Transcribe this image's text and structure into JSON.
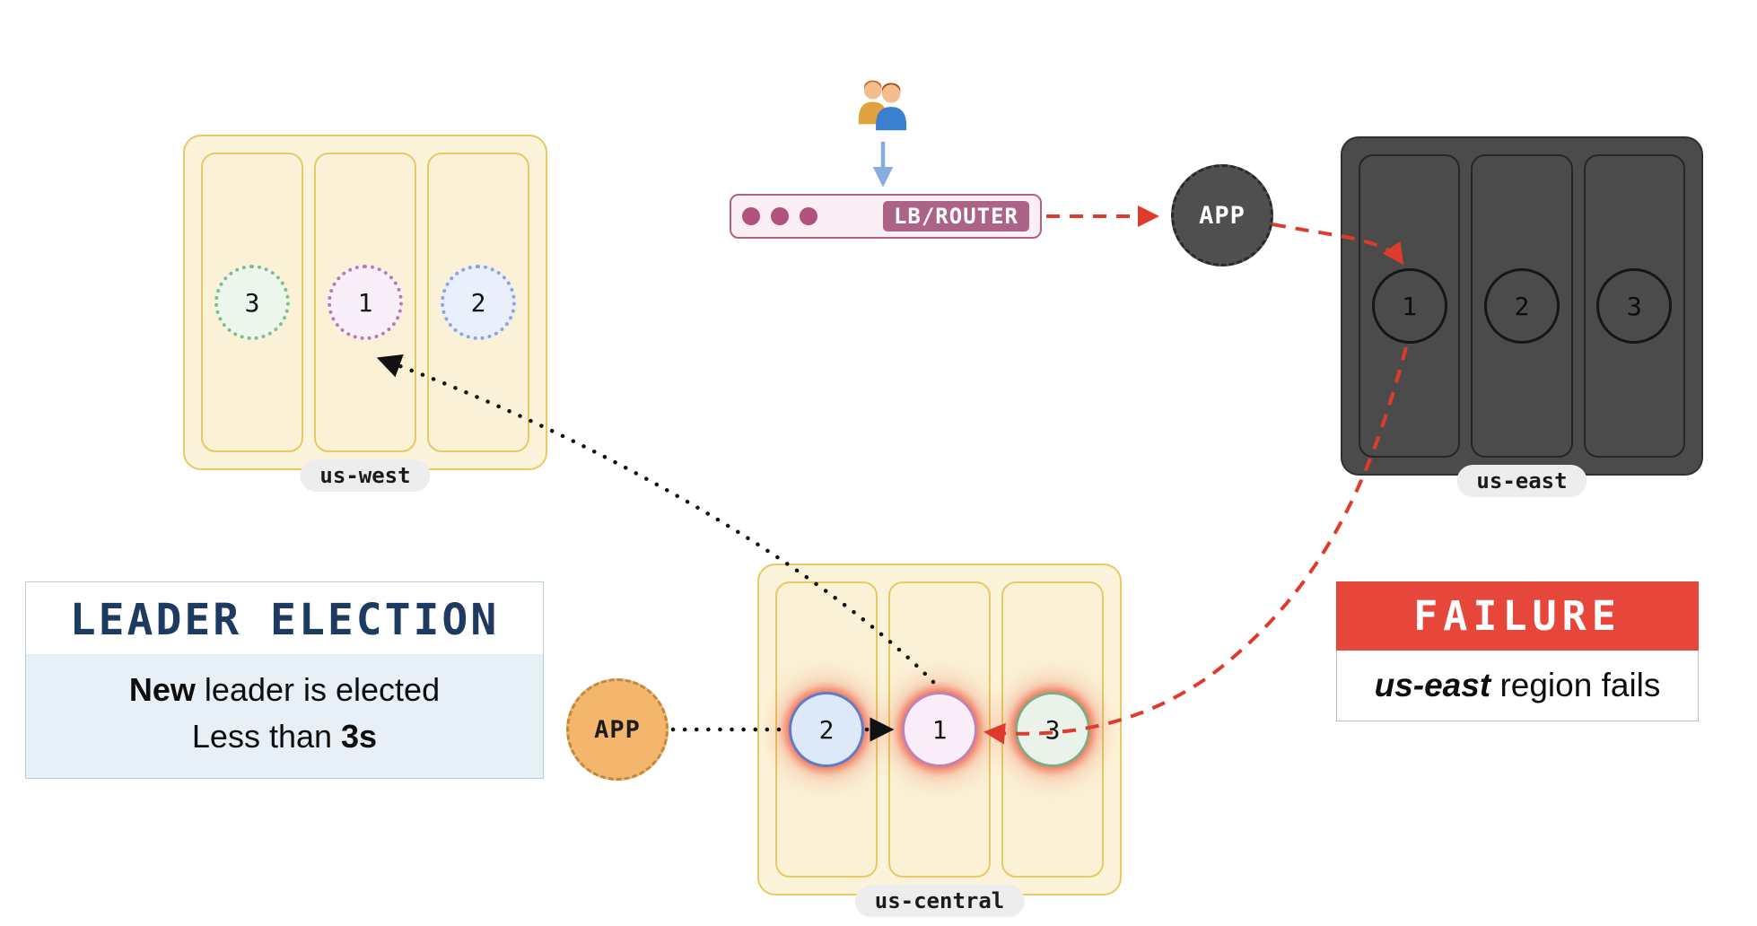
{
  "lb": {
    "label": "LB/ROUTER"
  },
  "app_east": {
    "label": "APP"
  },
  "app_central": {
    "label": "APP"
  },
  "regions": {
    "us_west": {
      "label": "us-west",
      "nodes": [
        "3",
        "1",
        "2"
      ]
    },
    "us_east": {
      "label": "us-east",
      "nodes": [
        "1",
        "2",
        "3"
      ]
    },
    "us_central": {
      "label": "us-central",
      "nodes": [
        "2",
        "1",
        "3"
      ]
    }
  },
  "callouts": {
    "leader_election": {
      "title": "LEADER ELECTION",
      "line1_bold": "New",
      "line1_rest": " leader is elected",
      "line2_rest": "Less than ",
      "line2_bold": "3s"
    },
    "failure": {
      "title": "FAILURE",
      "body_bold": "us-east",
      "body_rest": " region fails"
    }
  },
  "icons": {
    "users": "users-icon"
  },
  "colors": {
    "accent-red": "#df3b2c",
    "region-border": "#e8c963",
    "region-fill": "#fcf4da",
    "failed-fill": "#4b4b4b",
    "navy": "#1d3a60",
    "failure-red": "#e6473a",
    "lb-accent": "#b2527c",
    "blue-arrow": "#85aede",
    "app-orange": "#f4b56d"
  }
}
